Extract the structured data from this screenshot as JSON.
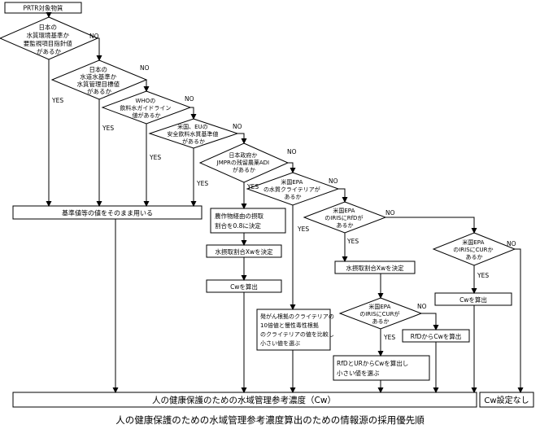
{
  "start_box": "PRTR対象物質",
  "decision_1": [
    "日本の",
    "水質環境基準か",
    "要監視項目指針値",
    "があるか"
  ],
  "decision_2": [
    "日本の",
    "水道水基準か",
    "水質管理目標値",
    "があるか"
  ],
  "decision_3": [
    "WHOの",
    "飲料水ガイドライン",
    "値があるか"
  ],
  "decision_4": [
    "米国、EUの",
    "安全飲料水質基準値",
    "があるか"
  ],
  "decision_5": [
    "日本政府か",
    "JMPRの残留農薬ADI",
    "があるか"
  ],
  "decision_6": [
    "米国EPA",
    "の水質クライテリアが",
    "あるか"
  ],
  "decision_7": [
    "米国EPA",
    "のIRISにRfDが",
    "あるか"
  ],
  "decision_8": [
    "米国EPA",
    "のIRISにCURが",
    "あるか"
  ],
  "decision_9": [
    "米国EPA",
    "のIRISにCURか",
    "あるか"
  ],
  "box_standard": "基準値等の値をそのまま用いる",
  "box_crop": [
    "農作物経由の摂取",
    "割合を0.8に決定"
  ],
  "box_water_ratio_1": "水摂取割合Xwを決定",
  "box_cw_calc_1": "Cwを算出",
  "box_water_ratio_2": "水摂取割合Xwを決定",
  "box_carcinogen": [
    "発がん根拠のクライテリアの",
    "10倍値と慢性毒性根拠",
    "のクライテリアの値を比較し",
    "小さい値を選ぶ"
  ],
  "box_rfd_cw": "RfDからCwを算出",
  "box_rfd_cur": [
    "RfDとURからCwを算出し",
    "小さい値を選ぶ"
  ],
  "box_cw_calc_2": "Cwを算出",
  "box_reference": "人の健康保護のための水域管理参考濃度（Cw）",
  "box_no_cw": "Cw設定なし",
  "label_yes": "YES",
  "label_no": "NO",
  "caption": "人の健康保護のための水域管理参考濃度算出のための情報源の採用優先順"
}
